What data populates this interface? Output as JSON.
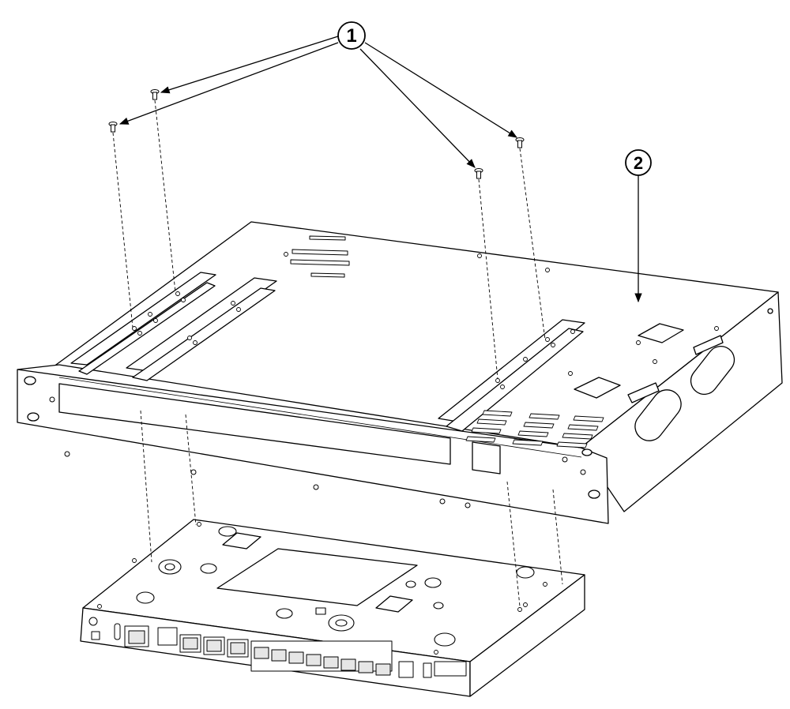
{
  "callouts": {
    "screws": "1",
    "bracket": "2"
  },
  "colors": {
    "line": "#000000",
    "paper": "#ffffff",
    "light_fill": "#f4f4f4",
    "port_fill": "#e6e6e6"
  },
  "parts": [
    {
      "name": "screw",
      "count": 4
    },
    {
      "name": "rack-mount-tray",
      "count": 1
    },
    {
      "name": "router-chassis",
      "count": 1
    }
  ]
}
